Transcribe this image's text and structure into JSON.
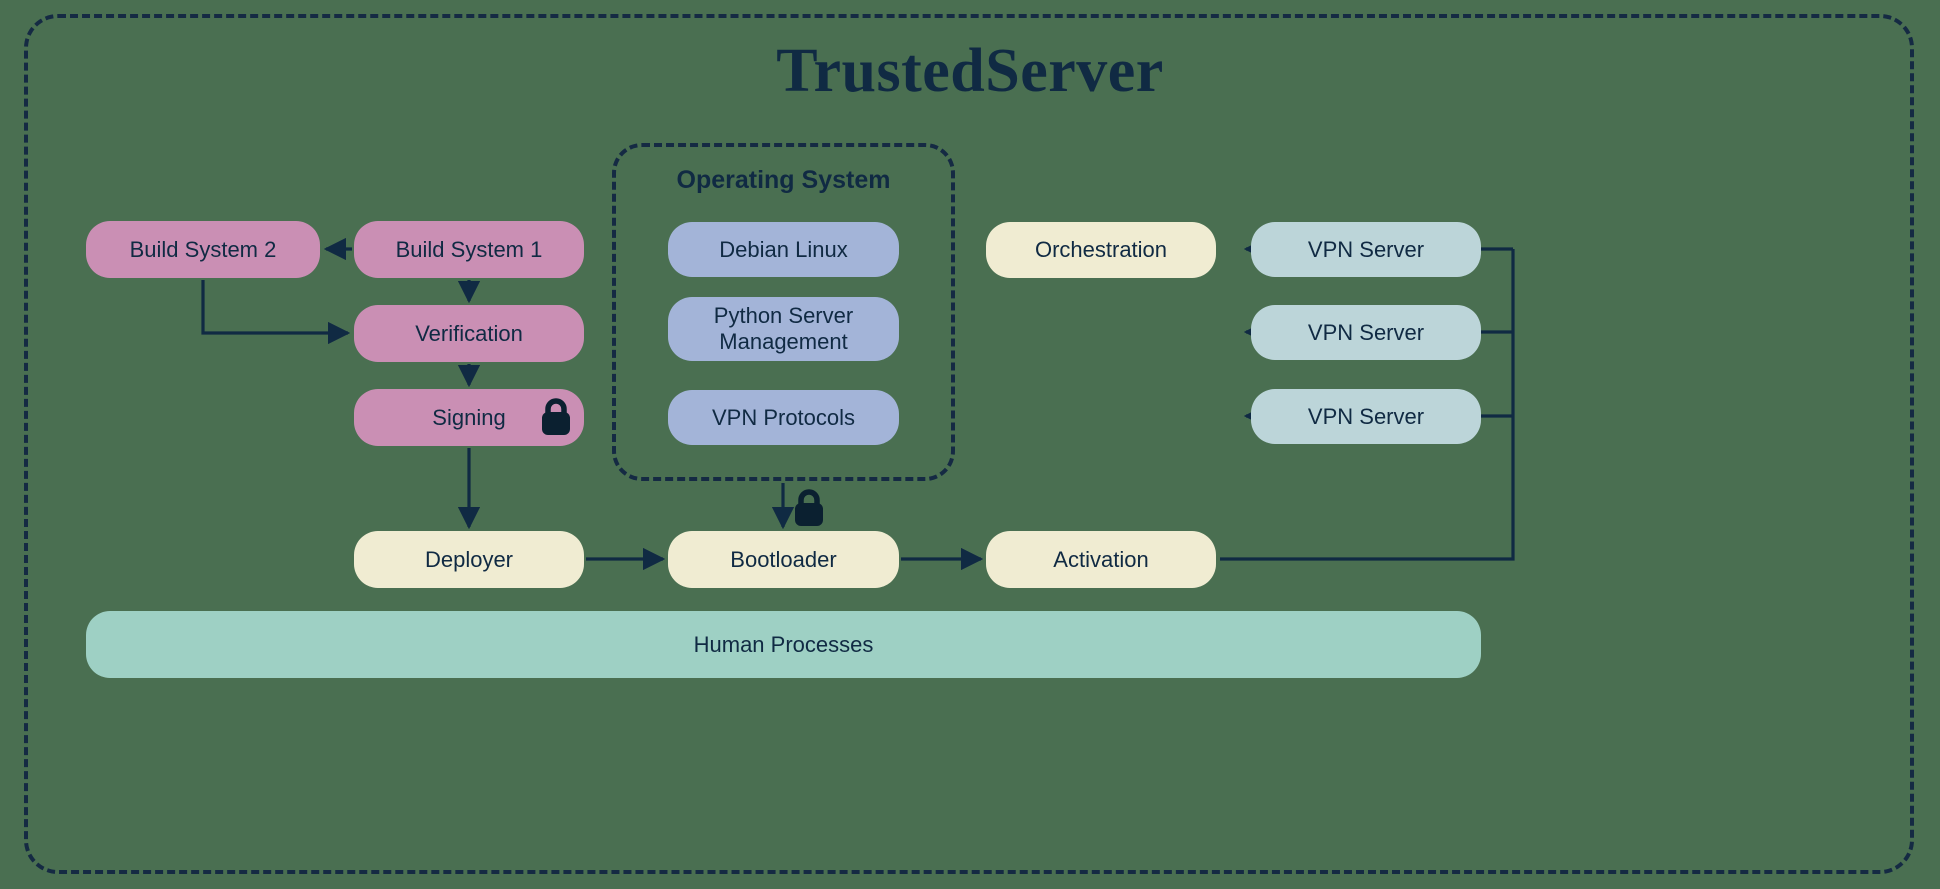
{
  "title": "TrustedServer",
  "colors": {
    "background": "#4a6f51",
    "ink": "#102a43",
    "frame_stroke": "#152a43",
    "build_pink": "#ca8fb4",
    "os_blue": "#a3b4d8",
    "pipeline_cream": "#f0ecd2",
    "human_mint": "#9ed0c4",
    "vpn_steel": "#bcd5d9"
  },
  "build_pipeline": {
    "build_system_2": "Build System 2",
    "build_system_1": "Build System 1",
    "verification": "Verification",
    "signing": "Signing"
  },
  "operating_system": {
    "title": "Operating System",
    "components": [
      "Debian Linux",
      "Python Server Management",
      "VPN Protocols"
    ],
    "component_lines": {
      "debian": "Debian Linux",
      "python_line1": "Python Server",
      "python_line2": "Management",
      "vpn_protocols": "VPN Protocols"
    }
  },
  "deployment": {
    "deployer": "Deployer",
    "bootloader": "Bootloader",
    "activation": "Activation",
    "orchestration": "Orchestration"
  },
  "vpn_servers": [
    "VPN Server",
    "VPN Server",
    "VPN Server"
  ],
  "human_processes": "Human Processes",
  "icons": {
    "signing_lock": "lock-icon",
    "bootloader_lock": "lock-icon"
  }
}
